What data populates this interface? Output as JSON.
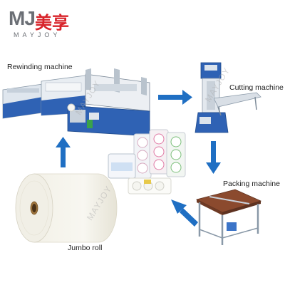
{
  "logo": {
    "mark": "MJ",
    "chinese": "美享",
    "english": "MAYJOY"
  },
  "diagram": {
    "stages": [
      {
        "id": "rewinding",
        "label": "Rewinding machine"
      },
      {
        "id": "cutting",
        "label": "Cutting machine"
      },
      {
        "id": "packing",
        "label": "Packing machine"
      },
      {
        "id": "jumbo",
        "label": "Jumbo roll"
      }
    ],
    "watermarks": [
      "MAYJOY",
      "MAYJOY",
      "MAYJOY"
    ],
    "arrow_color": "#1f6fc3"
  }
}
